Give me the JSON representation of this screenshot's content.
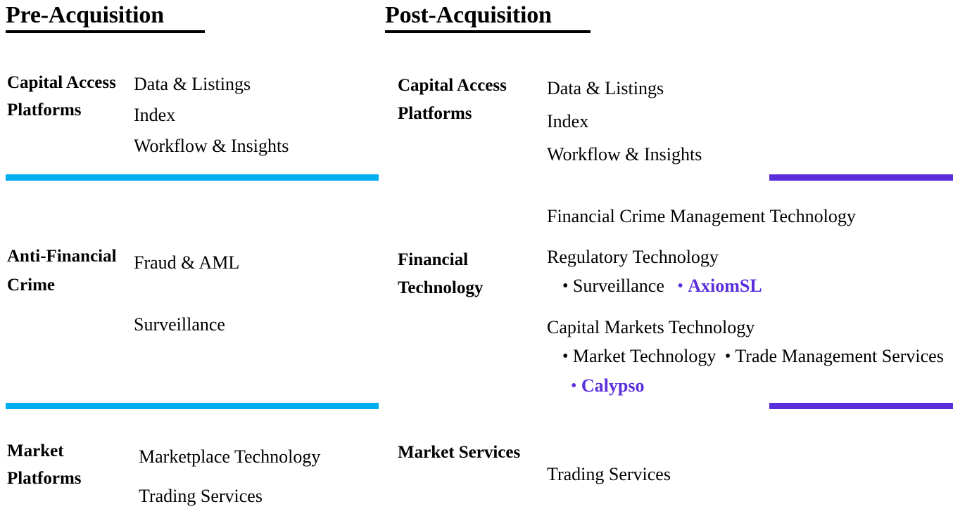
{
  "slide": {
    "columns": [
      {
        "heading": "Pre-Acquisition",
        "accent_color": "#00AEEF",
        "rows": [
          {
            "label": "Capital Access Platforms",
            "items": [
              "Data & Listings",
              "Index",
              "Workflow & Insights"
            ]
          },
          {
            "label": "Anti-Financial Crime",
            "items": [
              "Fraud & AML",
              "Surveillance"
            ]
          },
          {
            "label": "Market Platforms",
            "items": [
              "Marketplace Technology",
              "Trading Services"
            ]
          }
        ]
      },
      {
        "heading": "Post-Acquisition",
        "accent_color": "#5B2EDC",
        "rows": [
          {
            "label": "Capital Access Platforms",
            "items": [
              "Data & Listings",
              "Index",
              "Workflow & Insights"
            ]
          },
          {
            "label": "Financial Technology",
            "items": [
              "Financial Crime Management Technology",
              "Regulatory Technology",
              "Capital Markets Technology"
            ],
            "sub_items": {
              "regulatory": [
                "Surveillance"
              ],
              "regulatory_accent": "AxiomSL",
              "capital_markets": [
                "Market Technology",
                "Trade Management Services"
              ],
              "capital_markets_accent": "Calypso"
            }
          },
          {
            "label": "Market Services",
            "items": [
              "Trading Services"
            ]
          }
        ]
      }
    ]
  },
  "colors": {
    "cyan_divider": "#00AEEF",
    "purple_divider": "#5B2EDC",
    "accent_text": "#5B2EDC",
    "body_text": "#000000",
    "background": "#FFFFFF"
  }
}
